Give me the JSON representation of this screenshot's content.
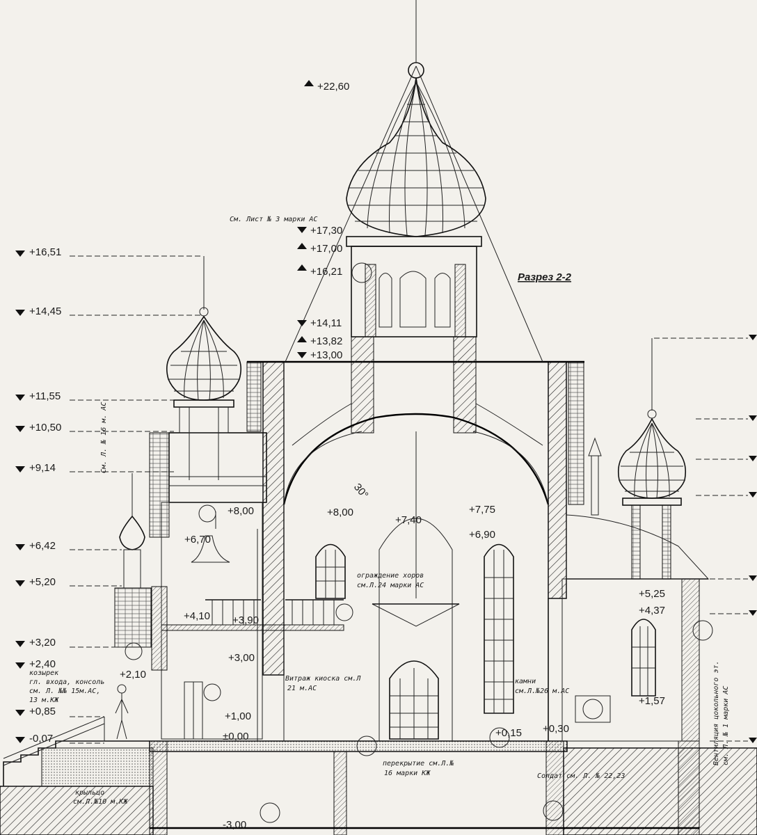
{
  "title": "Разрез 2-2",
  "levels_left": [
    "+16,51",
    "+14,45",
    "+11,55",
    "+10,50",
    "+9,14",
    "+6,42",
    "+5,20",
    "+3,20",
    "+2,40",
    "+0,85",
    "-0,07"
  ],
  "levels_center": [
    "+22,60",
    "+17,30",
    "+17,00",
    "+16,21",
    "+14,11",
    "+13,82",
    "+13,00"
  ],
  "levels_inner": [
    "+8,00",
    "+8,00",
    "+7,40",
    "+7,75",
    "+6,90",
    "+6,70",
    "+4,10",
    "+3,90",
    "+3,00",
    "+1,00",
    "±0,00",
    "+5,25",
    "+4,37",
    "+1,57",
    "+0,15",
    "+0,30",
    "-3,00",
    "+2,10"
  ],
  "angle": "30°",
  "notes": {
    "sheet_ref": "См. Лист № 3 марки АС",
    "side_ref": "См. Л. № 16 м. АС",
    "canopy": [
      "козырек",
      "гл. входа, консоль",
      "см. Л. №№ 15м.АС,",
      "13 м.КЖ"
    ],
    "choir": [
      "ограждение хоров",
      "см.Л.24 марки АС"
    ],
    "stained_glass": [
      "Витраж киоска см.Л",
      "21 м.АС"
    ],
    "stones": [
      "камни",
      "см.Л.№26 м.АС"
    ],
    "slab": [
      "перекрытие см.Л.№",
      "16 марки КЖ"
    ],
    "vents": "Солдат см. Л. № 22,23",
    "porch": [
      "крыльцо",
      "см.Л.№10 м.КЖ"
    ],
    "ventilation": [
      "Вентиляция цокольного эт.",
      "см. Л. № 1 марки АС"
    ]
  }
}
